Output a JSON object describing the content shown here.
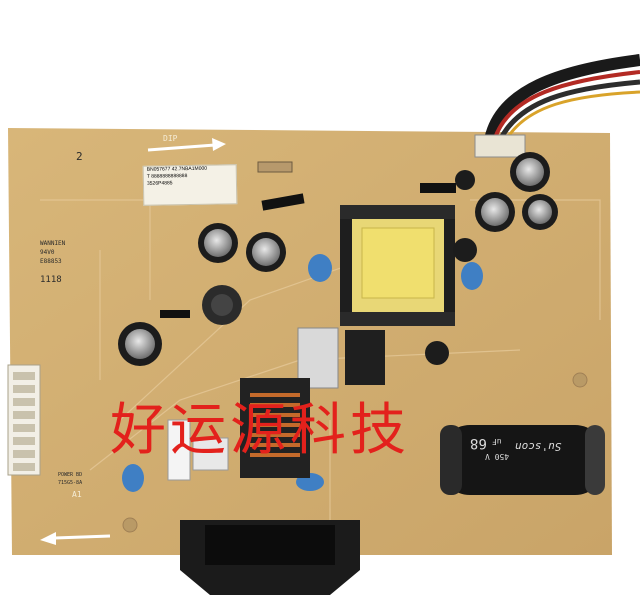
{
  "board": {
    "silkscreen_top_label": "DIP",
    "silkscreen_bottom_label": "A1",
    "corner_number": "2",
    "sticker_lines": [
      "BN057677 42.7NBA1M000",
      "T 8888888888888",
      "3526P4885"
    ],
    "marking_left": [
      "WANNIEN",
      "94V0",
      "E88853",
      "1118"
    ],
    "marking_bottom_left": [
      "POWER BD",
      "715G5-8A"
    ]
  },
  "capacitor": {
    "text_lines": [
      "68",
      "uF",
      "450 V",
      "Su'scon"
    ]
  },
  "overlay": {
    "text": "好运源科技"
  }
}
